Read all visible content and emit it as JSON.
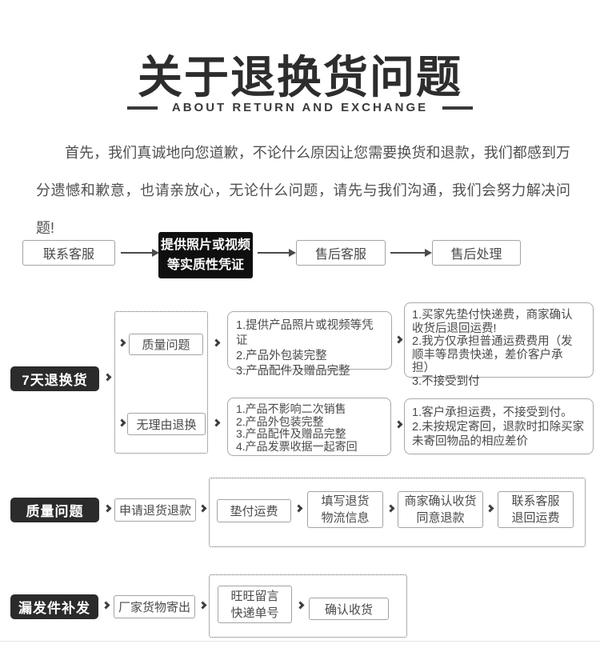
{
  "title": {
    "heading": "关于退换货问题",
    "subtitle": "ABOUT RETURN AND EXCHANGE"
  },
  "intro": "首先，我们真诚地向您道歉，不论什么原因让您需要换货和退款，我们都感到万分遗憾和歉意，也请亲放心，无论什么问题，请先与我们沟通，我们会努力解决问题!",
  "contact_flow": {
    "contact": "联系客服",
    "evidence": "提供照片或视频\n等实质性凭证",
    "after_sales": "售后客服",
    "handle": "售后处理"
  },
  "seven_day": {
    "label": "7天退换货",
    "quality": {
      "label": "质量问题",
      "conditions": "1.提供产品照片或视频等凭证\n2.产品外包装完整\n3.产品配件及赠品完整",
      "policy": "1.买家先垫付快递费，商家确认\n收货后退回运费!\n2.我方仅承担普通运费费用（发\n顺丰等昂贵快递，差价客户承担）\n3.不接受到付"
    },
    "no_reason": {
      "label": "无理由退换",
      "conditions": "1.产品不影响二次销售\n2.产品外包装完整\n3.产品配件及赠品完整\n4.产品发票收据一起寄回",
      "policy": "1.客户承担运费，不接受到付。\n2.未按规定寄回，退款时扣除买家\n未寄回物品的相应差价"
    }
  },
  "quality_flow": {
    "label": "质量问题",
    "apply": "申请退货退款",
    "prepay": "垫付运费",
    "logistics": "填写退货\n物流信息",
    "confirm": "商家确认收货\n同意退款",
    "refund_shipping": "联系客服\n退回运费"
  },
  "missing_flow": {
    "label": "漏发件补发",
    "ship": "厂家货物寄出",
    "message": "旺旺留言\n快递单号",
    "receive": "确认收货"
  }
}
